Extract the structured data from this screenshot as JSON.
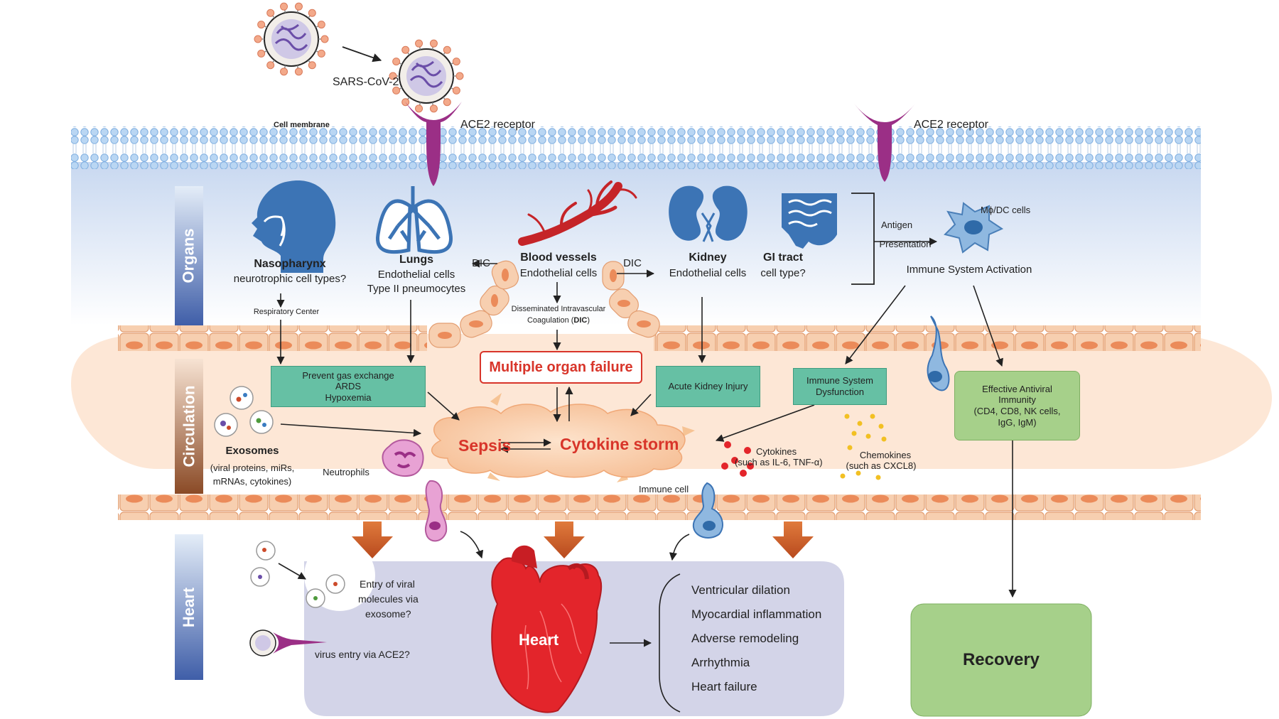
{
  "sections": {
    "organs": "Organs",
    "circulation": "Circulation",
    "heart": "Heart"
  },
  "virus": {
    "name": "SARS-CoV-2"
  },
  "membrane": {
    "label": "Cell membrane",
    "receptor_left": "ACE2 receptor",
    "receptor_right": "ACE2 receptor"
  },
  "organs": {
    "nasopharynx": {
      "name": "Nasopharynx",
      "sub": "neurotrophic cell types?",
      "center": "Respiratory Center"
    },
    "lungs": {
      "name": "Lungs",
      "sub1": "Endothelial cells",
      "sub2": "Type II pneumocytes"
    },
    "vessels": {
      "name": "Blood vessels",
      "sub": "Endothelial cells",
      "dic1": "Disseminated Intravascular",
      "dic2_pre": "Coagulation (",
      "dic2_b": "DIC",
      "dic2_post": ")"
    },
    "dic_left": "DIC",
    "dic_right": "DIC",
    "kidney": {
      "name": "Kidney",
      "sub": "Endothelial cells"
    },
    "gi": {
      "name": "GI tract",
      "sub": "cell type?"
    },
    "antigen1": "Antigen",
    "antigen2": "Presentation",
    "mdc": "Mϕ/DC cells",
    "immune_activation": "Immune System Activation"
  },
  "circulation": {
    "gas": [
      "Prevent gas exchange",
      "ARDS",
      "Hypoxemia"
    ],
    "mof": "Multiple organ failure",
    "aki": "Acute Kidney Injury",
    "isd": [
      "Immune System",
      "Dysfunction"
    ],
    "antiviral": [
      "Effective Antiviral",
      "Immunity",
      "(CD4, CD8, NK cells,",
      "IgG, IgM)"
    ],
    "sepsis": "Sepsis",
    "storm": "Cytokine storm",
    "exosomes": "Exosomes",
    "exo_detail": [
      "(viral proteins, miRs,",
      "mRNAs, cytokines)"
    ],
    "neutrophils": "Neutrophils",
    "cytokines": [
      "Cytokines",
      "(such as IL-6, TNF-α)"
    ],
    "chemokines": [
      "Chemokines",
      "(such as CXCL8)"
    ],
    "immune_cell": "Immune cell"
  },
  "heart": {
    "label": "Heart",
    "exosome_entry": [
      "Entry of viral",
      "molecules via",
      "exosome?"
    ],
    "virus_entry": "virus entry via ACE2?",
    "outcomes": [
      "Ventricular dilation",
      "Myocardial inflammation",
      "Adverse remodeling",
      "Arrhythmia",
      "Heart failure"
    ]
  },
  "recovery": "Recovery",
  "colors": {
    "teal": "#66c0a4",
    "green": "#a6d08a",
    "heart_red": "#e3252b",
    "storm_red": "#d8352a",
    "cell_peach": "#f6c9a6",
    "cell_nucleus": "#e98a58",
    "organ_blue": "#3c74b5",
    "receptor_purple": "#9b2f86",
    "membrane_blue": "#a9cbef",
    "heart_panel": "#d2d2e6",
    "arrow_brown": "#c85a2a"
  }
}
